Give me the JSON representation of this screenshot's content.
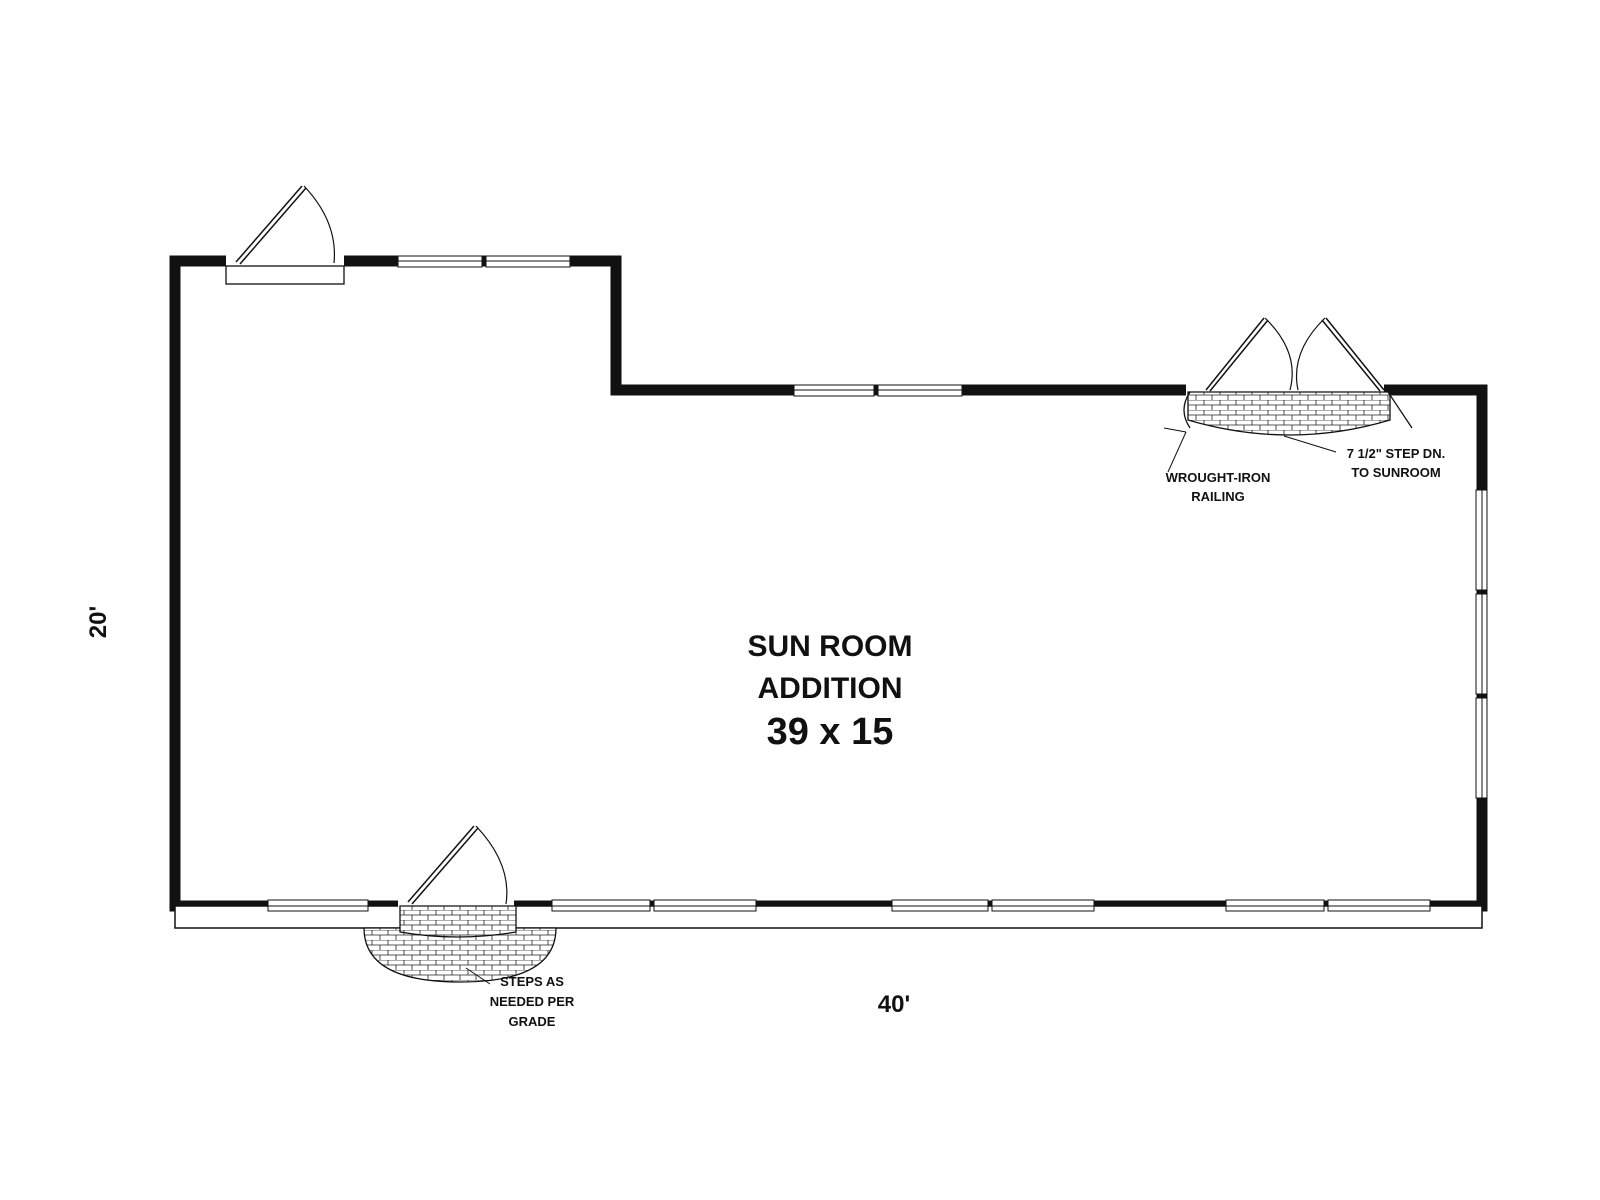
{
  "room": {
    "name_line1": "SUN ROOM",
    "name_line2": "ADDITION",
    "size": "39 x 15"
  },
  "dimensions": {
    "width": "40'",
    "depth": "20'"
  },
  "notes": {
    "railing_line1": "WROUGHT-IRON",
    "railing_line2": "RAILING",
    "step_line1": "7 1/2\" STEP DN.",
    "step_line2": "TO SUNROOM",
    "steps_line1": "STEPS AS",
    "steps_line2": "NEEDED PER",
    "steps_line3": "GRADE"
  },
  "colors": {
    "wall": "#111111",
    "background": "#ffffff"
  }
}
